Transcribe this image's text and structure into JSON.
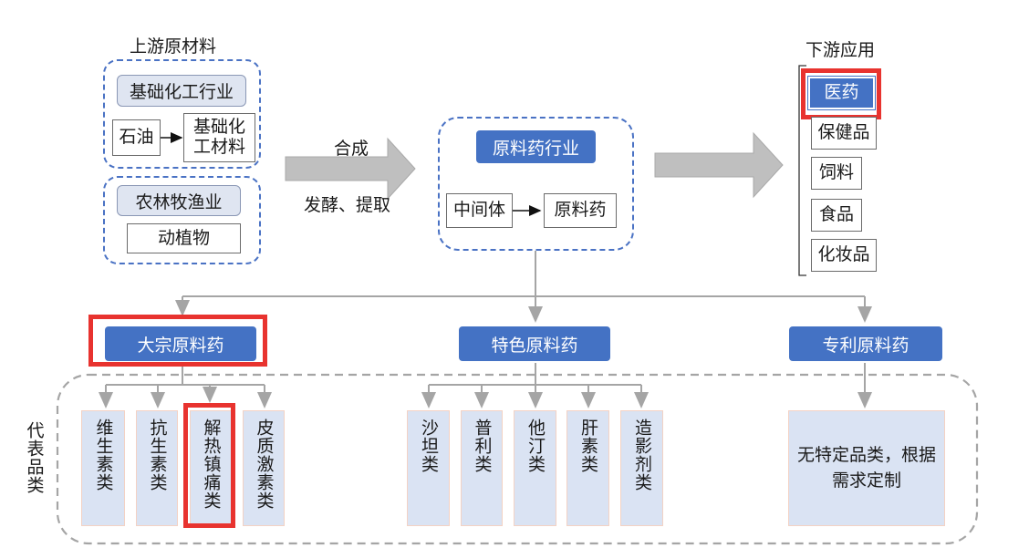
{
  "upstream": {
    "heading": "上游原材料",
    "chemical_industry": "基础化工行业",
    "petroleum": "石油",
    "basic_chem_materials": "基础化工材料",
    "agri_industry": "农林牧渔业",
    "animals_plants": "动植物"
  },
  "process": {
    "synthesis": "合成",
    "fermentation": "发酵、提取"
  },
  "api_industry": {
    "title": "原料药行业",
    "intermediate": "中间体",
    "api": "原料药"
  },
  "downstream": {
    "heading": "下游应用",
    "items": [
      "医药",
      "保健品",
      "饲料",
      "食品",
      "化妆品"
    ]
  },
  "categories": {
    "bulk": "大宗原料药",
    "specialty": "特色原料药",
    "patent": "专利原料药"
  },
  "representative_label": "代表品类",
  "bulk_products": [
    "维生素类",
    "抗生素类",
    "解热镇痛类",
    "皮质激素类"
  ],
  "specialty_products": [
    "沙坦类",
    "普利类",
    "他汀类",
    "肝素类",
    "造影剂类"
  ],
  "patent_products": "无特定品类，根据需求定制",
  "colors": {
    "primary_blue": "#4472c4",
    "light_blue": "#dae3f3",
    "highlight_red": "#e8332f",
    "arrow_gray": "#bfbfbf",
    "dashed_blue": "#4a72c4"
  }
}
